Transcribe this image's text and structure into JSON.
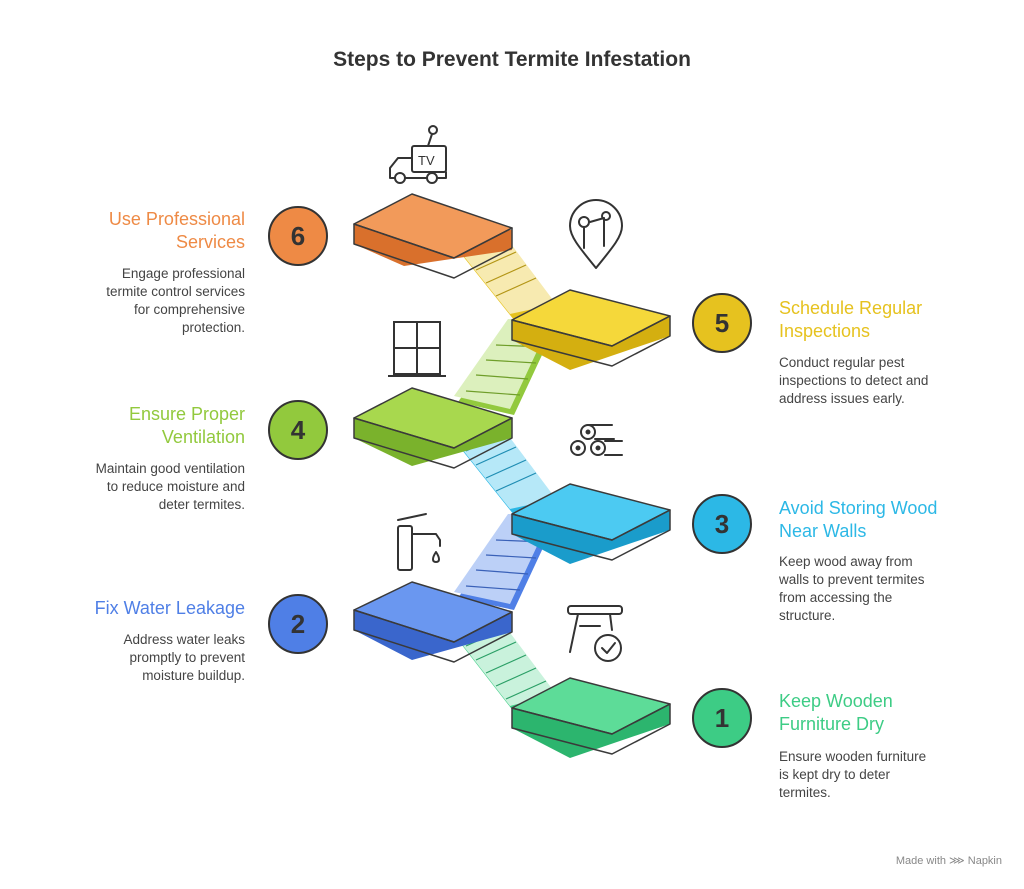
{
  "title": "Steps to Prevent Termite Infestation",
  "footer": "Made with ⋙ Napkin",
  "steps": [
    {
      "number": "1",
      "title_line1": "Keep Wooden",
      "title_line2": "Furniture Dry",
      "desc_line1": "Ensure wooden furniture",
      "desc_line2": "is kept dry to deter",
      "desc_line3": "termites.",
      "desc_line4": "",
      "color": "#3dcc85",
      "icon": "table-check-icon"
    },
    {
      "number": "2",
      "title_line1": "Fix Water Leakage",
      "title_line2": "",
      "desc_line1": "Address water leaks",
      "desc_line2": "promptly to prevent",
      "desc_line3": "moisture buildup.",
      "desc_line4": "",
      "color": "#4f7fe6",
      "icon": "faucet-drop-icon"
    },
    {
      "number": "3",
      "title_line1": "Avoid Storing Wood",
      "title_line2": "Near Walls",
      "desc_line1": "Keep wood away from",
      "desc_line2": "walls to prevent termites",
      "desc_line3": "from accessing the",
      "desc_line4": "structure.",
      "color": "#2cb8e6",
      "icon": "logs-icon"
    },
    {
      "number": "4",
      "title_line1": "Ensure Proper",
      "title_line2": "Ventilation",
      "desc_line1": "Maintain good ventilation",
      "desc_line2": "to reduce moisture and",
      "desc_line3": "deter termites.",
      "desc_line4": "",
      "color": "#92c93d",
      "icon": "window-icon"
    },
    {
      "number": "5",
      "title_line1": "Schedule Regular",
      "title_line2": "Inspections",
      "desc_line1": "Conduct regular pest",
      "desc_line2": "inspections to detect and",
      "desc_line3": "address issues early.",
      "desc_line4": "",
      "color": "#e6c21f",
      "icon": "inspector-pin-icon"
    },
    {
      "number": "6",
      "title_line1": "Use Professional",
      "title_line2": "Services",
      "desc_line1": "Engage professional",
      "desc_line2": "termite control services",
      "desc_line3": "for comprehensive",
      "desc_line4": "protection.",
      "color": "#ee8a45",
      "icon": "service-truck-icon"
    }
  ]
}
